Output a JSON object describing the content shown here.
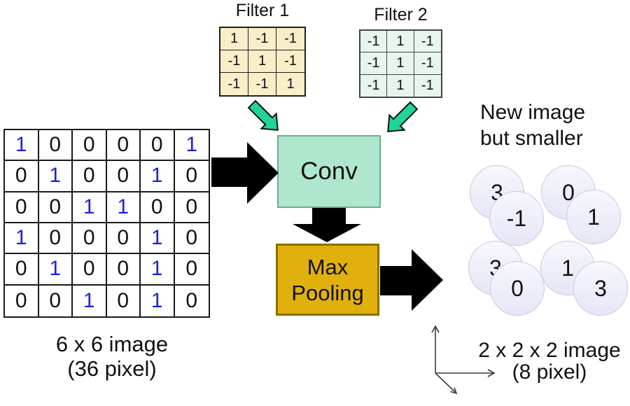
{
  "filters": {
    "filter1": {
      "label": "Filter 1",
      "rows": [
        [
          "1",
          "-1",
          "-1"
        ],
        [
          "-1",
          "1",
          "-1"
        ],
        [
          "-1",
          "-1",
          "1"
        ]
      ]
    },
    "filter2": {
      "label": "Filter 2",
      "rows": [
        [
          "-1",
          "1",
          "-1"
        ],
        [
          "-1",
          "1",
          "-1"
        ],
        [
          "-1",
          "1",
          "-1"
        ]
      ]
    }
  },
  "input_image": {
    "rows": [
      [
        "1",
        "0",
        "0",
        "0",
        "0",
        "1"
      ],
      [
        "0",
        "1",
        "0",
        "0",
        "1",
        "0"
      ],
      [
        "0",
        "0",
        "1",
        "1",
        "0",
        "0"
      ],
      [
        "1",
        "0",
        "0",
        "0",
        "1",
        "0"
      ],
      [
        "0",
        "1",
        "0",
        "0",
        "1",
        "0"
      ],
      [
        "0",
        "0",
        "1",
        "0",
        "1",
        "0"
      ]
    ],
    "caption_line1": "6 x 6 image",
    "caption_line2": "(36 pixel)"
  },
  "pipeline": {
    "conv_label": "Conv",
    "pooling_line1": "Max",
    "pooling_line2": "Pooling"
  },
  "output_image": {
    "heading_line1": "New image",
    "heading_line2": "but smaller",
    "values": {
      "tl_back": "3",
      "tl_front": "-1",
      "tr_back": "0",
      "tr_front": "1",
      "bl_back": "3",
      "bl_front": "0",
      "br_back": "1",
      "br_front": "3"
    },
    "caption_line1": "2 x 2 x 2 image",
    "caption_line2": "(8 pixel)"
  },
  "icons": {
    "filter_arrows": "green-block-arrow",
    "flow_arrows": "black-block-arrow",
    "axes": "3d-axes-arrows"
  },
  "colors": {
    "conv-fill": "#aee7cd",
    "conv-border": "#6aaf91",
    "pool-fill": "#e0b10c",
    "pool-border": "#8a6f00",
    "green-arrow": "#1ed696",
    "filter1-fill": "#f9eec8",
    "filter2-fill": "#e7f5ec",
    "blue-one": "#2020dd",
    "circle-fill": "#ececf9",
    "circle-border": "#c6c6e4"
  }
}
